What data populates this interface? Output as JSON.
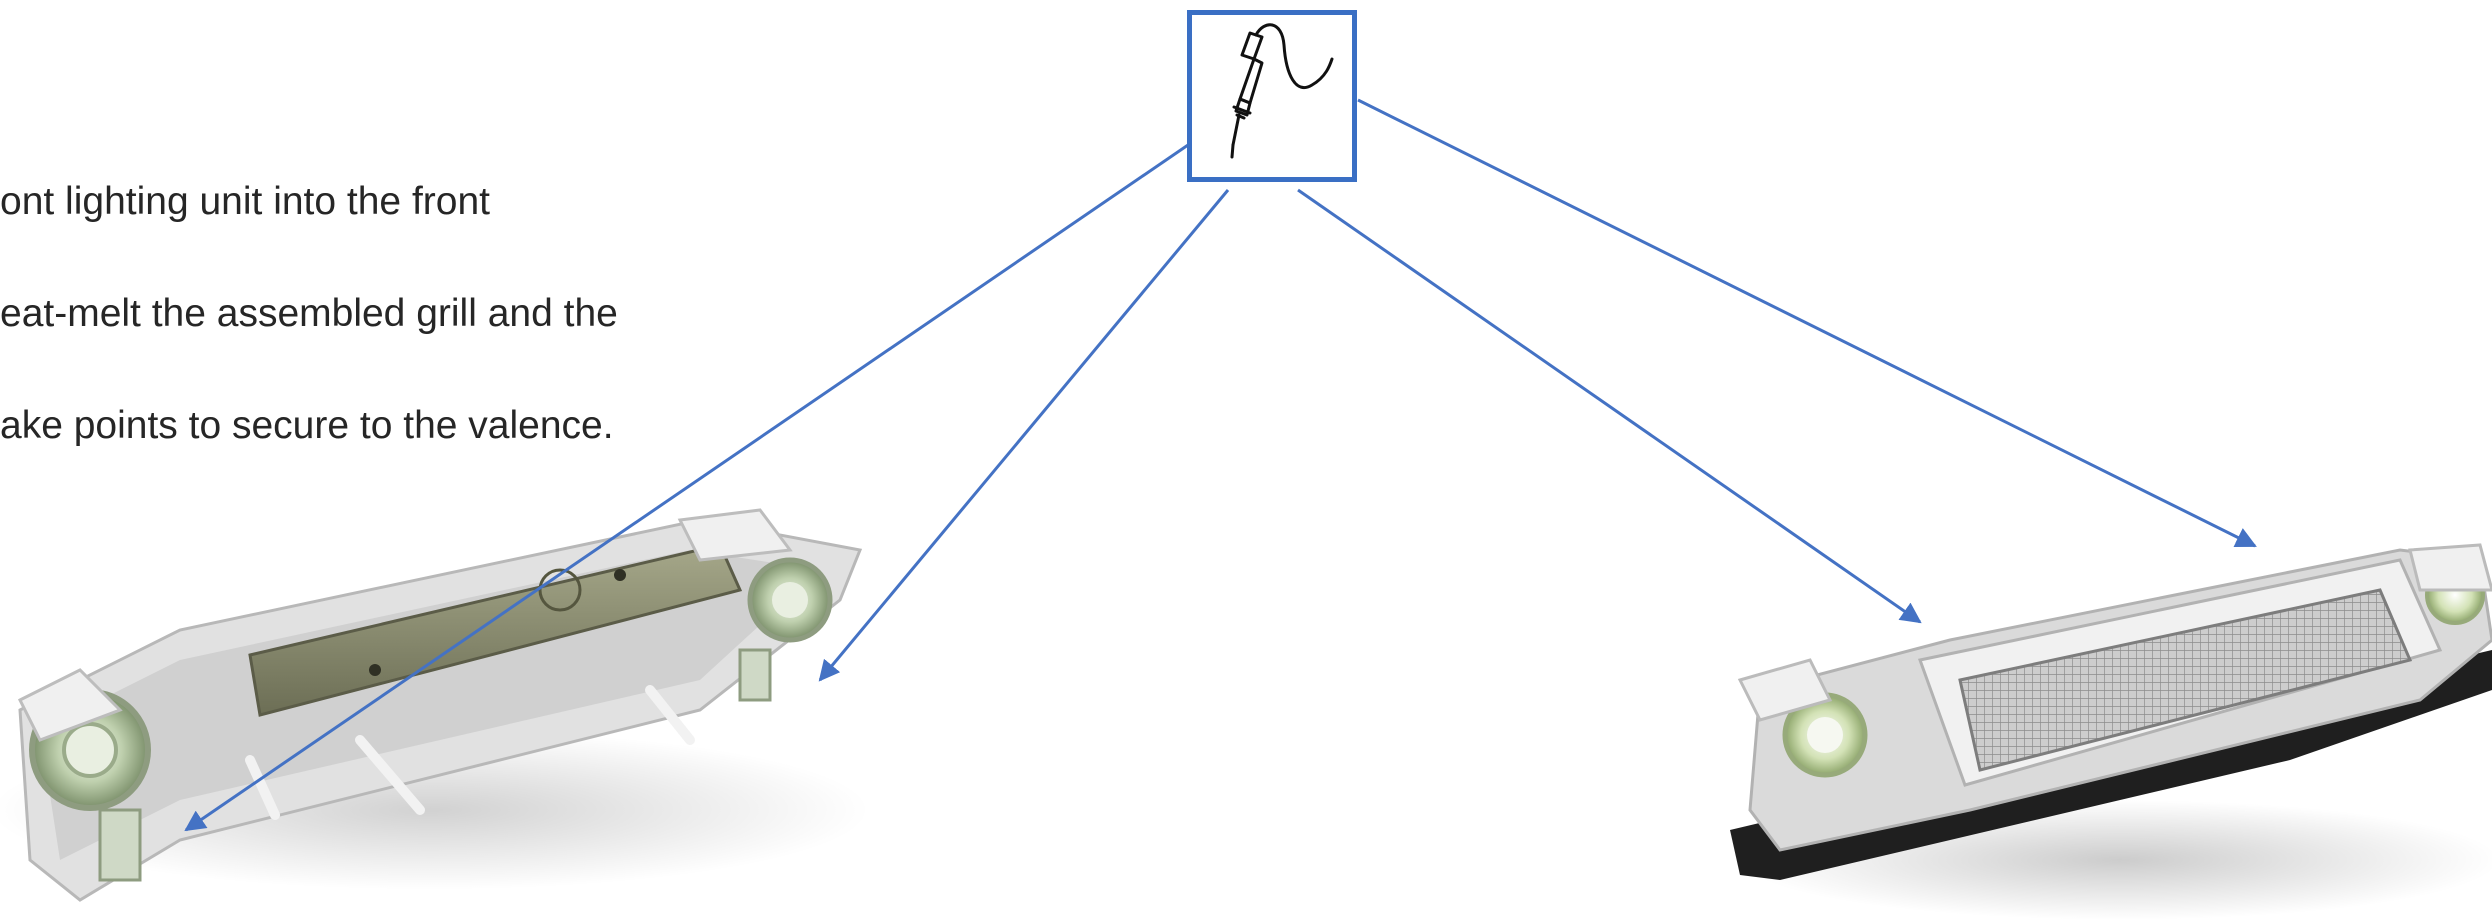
{
  "instructions": {
    "lines": [
      "ont lighting unit into the front",
      "eat-melt the assembled grill and the",
      "ake points to secure to the valence."
    ]
  },
  "tool": {
    "icon": "soldering-iron-icon"
  },
  "photos": [
    {
      "name": "lighting-unit-rear-photo"
    },
    {
      "name": "grill-valence-front-photo"
    }
  ],
  "colors": {
    "accent": "#4472C4",
    "frame": "#3a6fc4",
    "text": "#262626"
  }
}
